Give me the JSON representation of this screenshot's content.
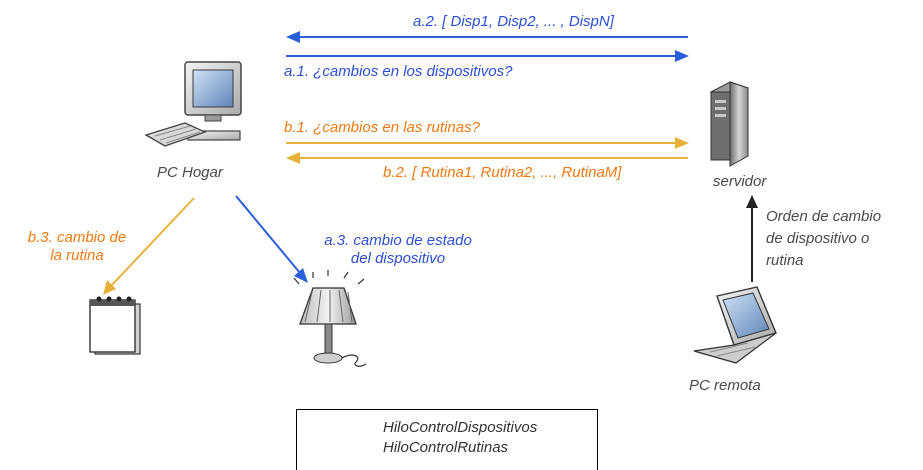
{
  "nodes": {
    "pc_hogar": "PC Hogar",
    "servidor": "servidor",
    "pc_remota": "PC remota"
  },
  "messages": {
    "a2": "a.2. [ Disp1, Disp2, ... , DispN]",
    "a1": "a.1. ¿cambios en los dispositivos?",
    "b1": "b.1. ¿cambios en las rutinas?",
    "b2": "b.2. [ Rutina1, Rutina2, ..., RutinaM]",
    "b3_line1": "b.3. cambio de",
    "b3_line2": "la rutina",
    "a3_line1": "a.3. cambio de estado",
    "a3_line2": "del dispositivo",
    "orden_line1": "Orden de cambio",
    "orden_line2": "de dispositivo o",
    "orden_line3": "rutina"
  },
  "legend": {
    "items": [
      {
        "label": "HiloControlDispositivos",
        "color": "#2b5fd9"
      },
      {
        "label": "HiloControlRutinas",
        "color": "#e8b23a"
      }
    ]
  },
  "colors": {
    "blue_text": "#2b4fd6",
    "orange_text": "#f07a10",
    "blue_arrow": "#2b5fd9",
    "orange_arrow": "#e8b23a",
    "gray_arrow": "#222222"
  },
  "icons": {
    "pc_hogar": "desktop-computer-icon",
    "servidor": "server-tower-icon",
    "pc_remota": "laptop-icon",
    "rutina": "notepad-icon",
    "dispositivo": "lamp-icon"
  }
}
